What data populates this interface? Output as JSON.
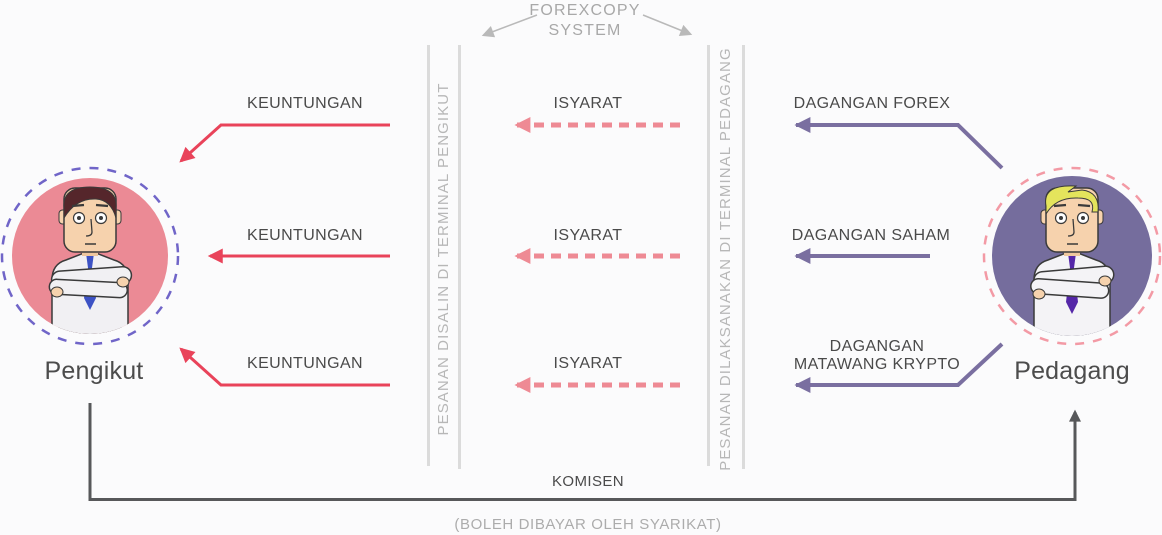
{
  "title": {
    "line1": "FOREXCOPY",
    "line2": "SYSTEM"
  },
  "terminals": {
    "follower": "PESANAN DISALIN DI TERMINAL PENGIKUT",
    "trader": "PESANAN DILAKSANAKAN DI TERMINAL PEDAGANG"
  },
  "actors": {
    "follower": {
      "name": "Pengikut"
    },
    "trader": {
      "name": "Pedagang"
    }
  },
  "rows": [
    {
      "profit": "KEUNTUNGAN",
      "signal": "ISYARAT",
      "trade": "DAGANGAN FOREX"
    },
    {
      "profit": "KEUNTUNGAN",
      "signal": "ISYARAT",
      "trade": "DAGANGAN SAHAM"
    },
    {
      "profit": "KEUNTUNGAN",
      "signal": "ISYARAT",
      "trade": "DAGANGAN MATAWANG KRYPTO"
    }
  ],
  "commission": {
    "label": "KOMISEN",
    "note": "(BOLEH DIBAYAR OLEH SYARIKAT)"
  },
  "colors": {
    "profit_arrow": "#e9435a",
    "signal_arrow": "#ee8a94",
    "trade_arrow": "#7a6fa0",
    "commission_arrow": "#57585a",
    "guide_gray": "#b9b9b9",
    "terminal_bar": "#dbdbdb",
    "follower_circle": "#eb8a95",
    "follower_ring": "#7065c8",
    "trader_circle": "#756d9d",
    "trader_ring": "#f39aa5"
  }
}
